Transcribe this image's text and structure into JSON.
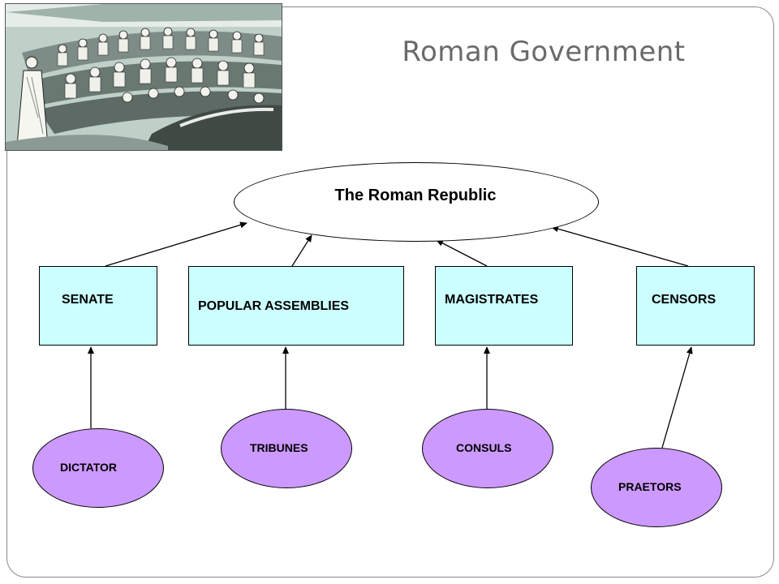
{
  "slide": {
    "title": "Roman Government"
  },
  "diagram": {
    "root": "The Roman Republic",
    "branches": [
      {
        "label": "SENATE",
        "feeder": "DICTATOR"
      },
      {
        "label": "POPULAR ASSEMBLIES",
        "feeder": "TRIBUNES"
      },
      {
        "label": "MAGISTRATES",
        "feeder": "CONSULS"
      },
      {
        "label": "CENSORS",
        "feeder": "PRAETORS"
      }
    ]
  },
  "colors": {
    "box_fill": "#ccffff",
    "ellipse_fill": "#cc99ff",
    "title_color": "#6a6a6a"
  }
}
